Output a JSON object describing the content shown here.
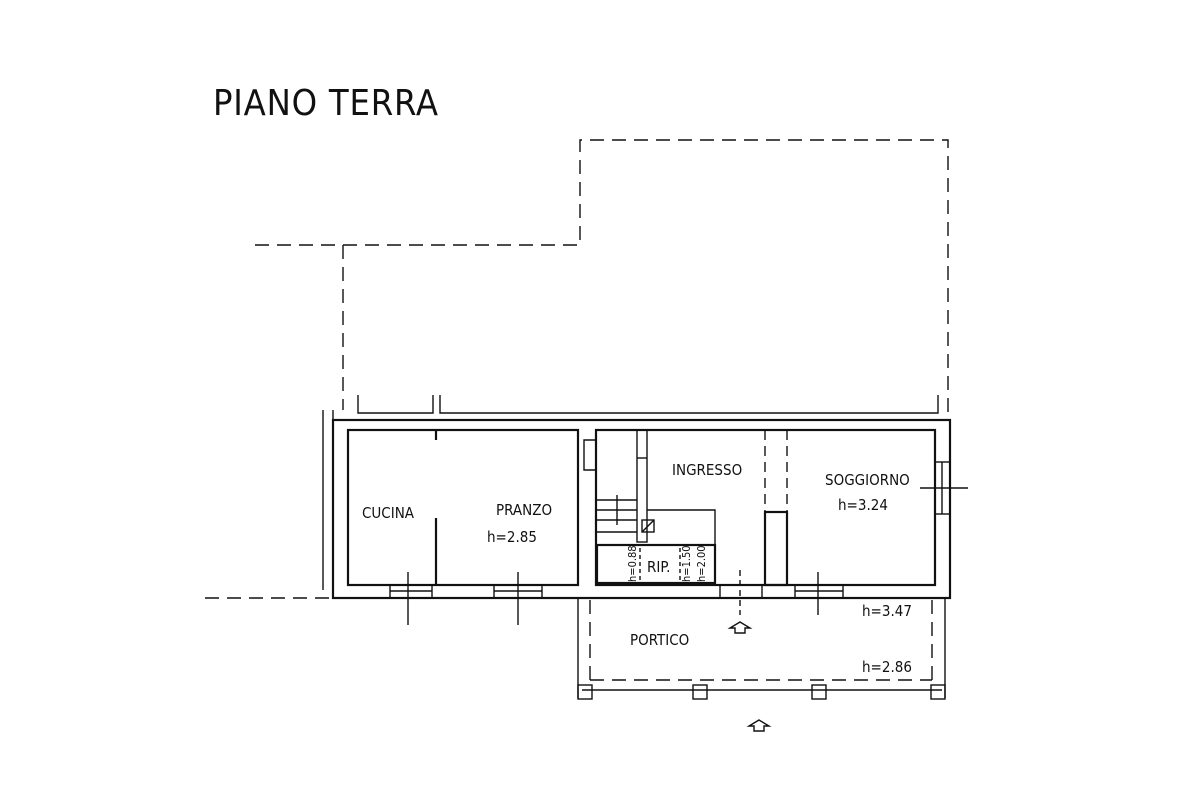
{
  "title": "PIANO TERRA",
  "rooms": {
    "cucina": "CUCINA",
    "pranzo": "PRANZO",
    "pranzo_h": "h=2.85",
    "ingresso": "INGRESSO",
    "soggiorno": "SOGGIORNO",
    "soggiorno_h": "h=3.24",
    "rip": "RIP.",
    "rip_h1": "h=0.88",
    "rip_h2": "h=1.50",
    "rip_h3": "h=2.00",
    "portico": "PORTICO",
    "portico_h1": "h=3.47",
    "portico_h2": "h=2.86"
  }
}
